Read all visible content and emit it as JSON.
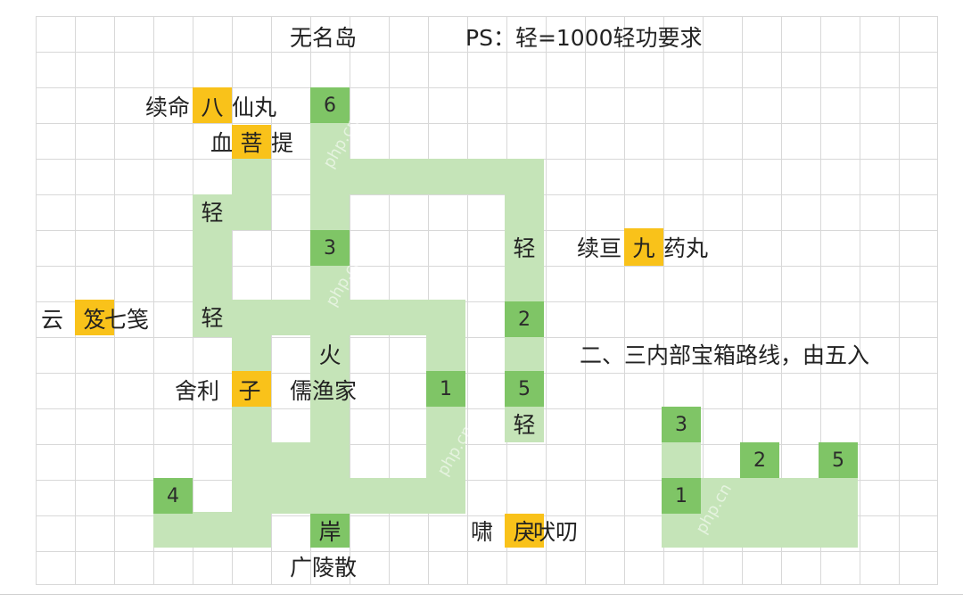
{
  "title": "无名岛",
  "note": "PS：轻=1000轻功要求",
  "subtitle": "二、三内部宝箱路线，由五入",
  "markers": {
    "m6": "6",
    "m3": "3",
    "m2": "2",
    "m1": "1",
    "m5": "5",
    "m4": "4",
    "inner3": "3",
    "inner2": "2",
    "inner5": "5",
    "inner1": "1"
  },
  "light": {
    "l1": "轻",
    "l2": "轻",
    "l3": "轻",
    "l4": "轻"
  },
  "items": {
    "xuming_a": "续命",
    "xuming_b": "八",
    "xuming_c": "仙丸",
    "xue_a": "血",
    "xue_b": "菩",
    "xue_c": "提",
    "xuhuo_a": "续亘",
    "xuhuo_b": "九",
    "xuhuo_c": "药丸",
    "yun_a": "云",
    "yun_b": "笈",
    "yun_c": "七笺",
    "sheli_a": "舍利",
    "sheli_b": "子",
    "xiao_a": "啸",
    "xiao_b": "戾",
    "xiao_c": "吠叨"
  },
  "places": {
    "fire": "火",
    "yujia": "儒渔家",
    "shore": "岸",
    "guangling": "广陵散"
  },
  "watermarks": [
    "php.cn",
    "php.cn",
    "php.cn",
    "php.cn"
  ],
  "colors": {
    "path": "#c5e4b8",
    "node": "#7fc566",
    "highlight": "#f9c21a",
    "grid": "#d8d8d8"
  }
}
